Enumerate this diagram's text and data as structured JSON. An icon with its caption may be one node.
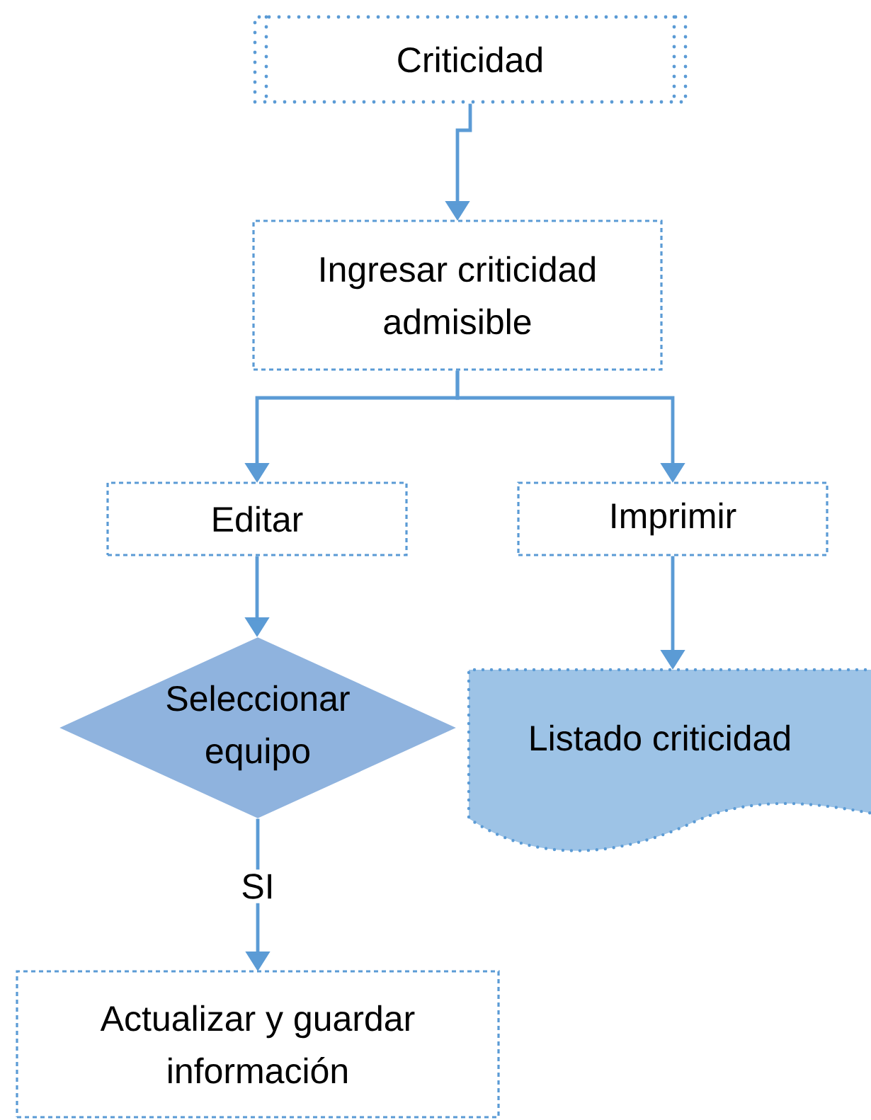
{
  "diagram": {
    "nodes": [
      {
        "text": [
          "Criticidad"
        ]
      },
      {
        "text": [
          "Ingresar criticidad admisible"
        ]
      },
      {
        "text": [
          "Editar"
        ]
      },
      {
        "text": [
          "Imprimir"
        ]
      },
      {
        "text": [
          "Seleccionar equipo"
        ]
      },
      {
        "text": [
          "Listado criticidad"
        ]
      },
      {
        "text": [
          "Actualizar y guardar información"
        ]
      }
    ],
    "edges": [
      {
        "from": 0,
        "to": 1,
        "arrow": "to"
      },
      {
        "from": 1,
        "to": 2,
        "arrow": "to"
      },
      {
        "from": 1,
        "to": 3,
        "arrow": "to"
      },
      {
        "from": 2,
        "to": 4,
        "arrow": "to"
      },
      {
        "from": 3,
        "to": 5,
        "arrow": "to"
      },
      {
        "from": 4,
        "to": 6,
        "arrow": "to",
        "label": "SI"
      }
    ]
  }
}
